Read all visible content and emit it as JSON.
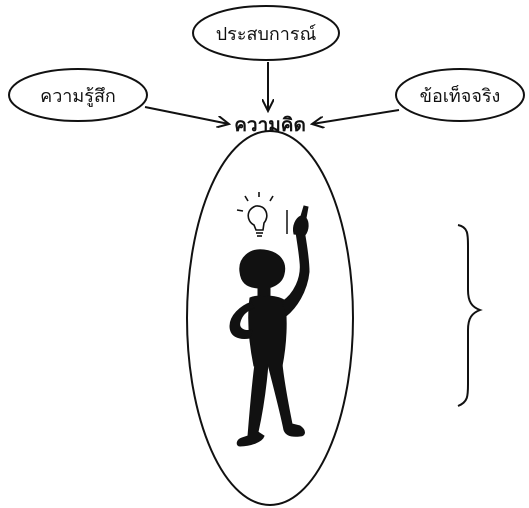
{
  "diagram": {
    "nodes": {
      "experience": "ประสบการณ์",
      "feeling": "ความรู้สึก",
      "fact": "ข้อเท็จจริง",
      "thought": "ความคิด"
    },
    "icons": {
      "person": "thinking-person-with-lightbulb",
      "bracket": "curly-brace"
    }
  }
}
